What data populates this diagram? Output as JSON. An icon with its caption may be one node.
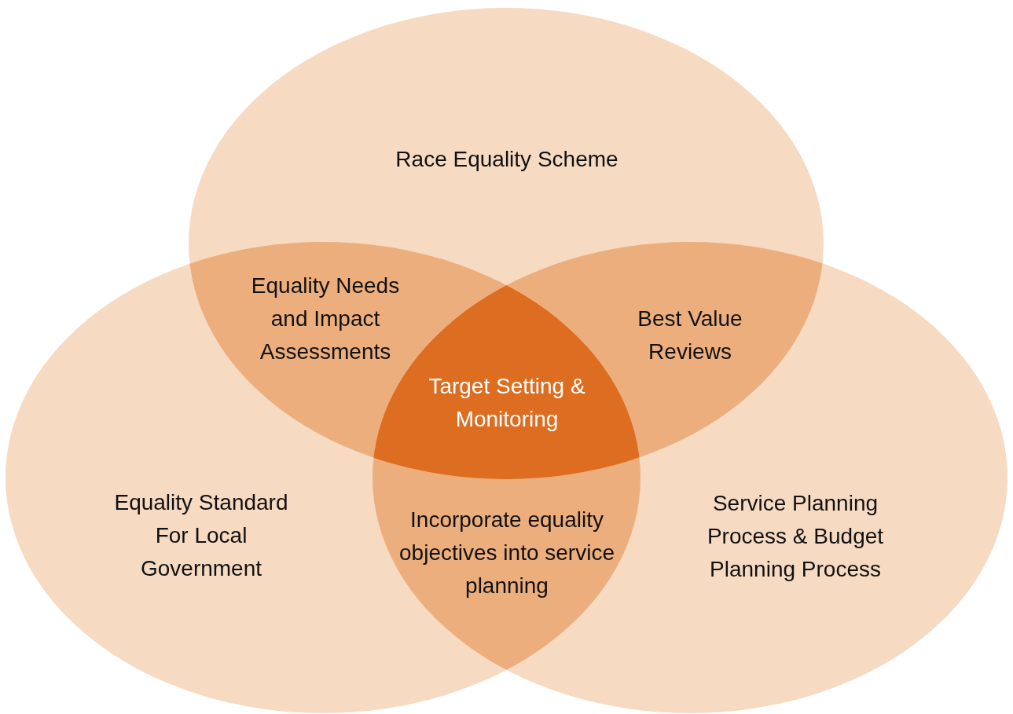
{
  "diagram": {
    "nodes": [
      {
        "text": [
          "Race Equality Scheme"
        ]
      },
      {
        "text": [
          "Equality Needs and Impact Assessments"
        ]
      },
      {
        "text": [
          "Best Value Reviews"
        ]
      },
      {
        "text": [
          "Target Setting & Monitoring"
        ]
      },
      {
        "text": [
          "Equality Standard For Local Government"
        ]
      },
      {
        "text": [
          "Incorporate equality objectives into service planning"
        ]
      },
      {
        "text": [
          "Service Planning Process & Budget Planning Process"
        ]
      }
    ],
    "edges": []
  }
}
